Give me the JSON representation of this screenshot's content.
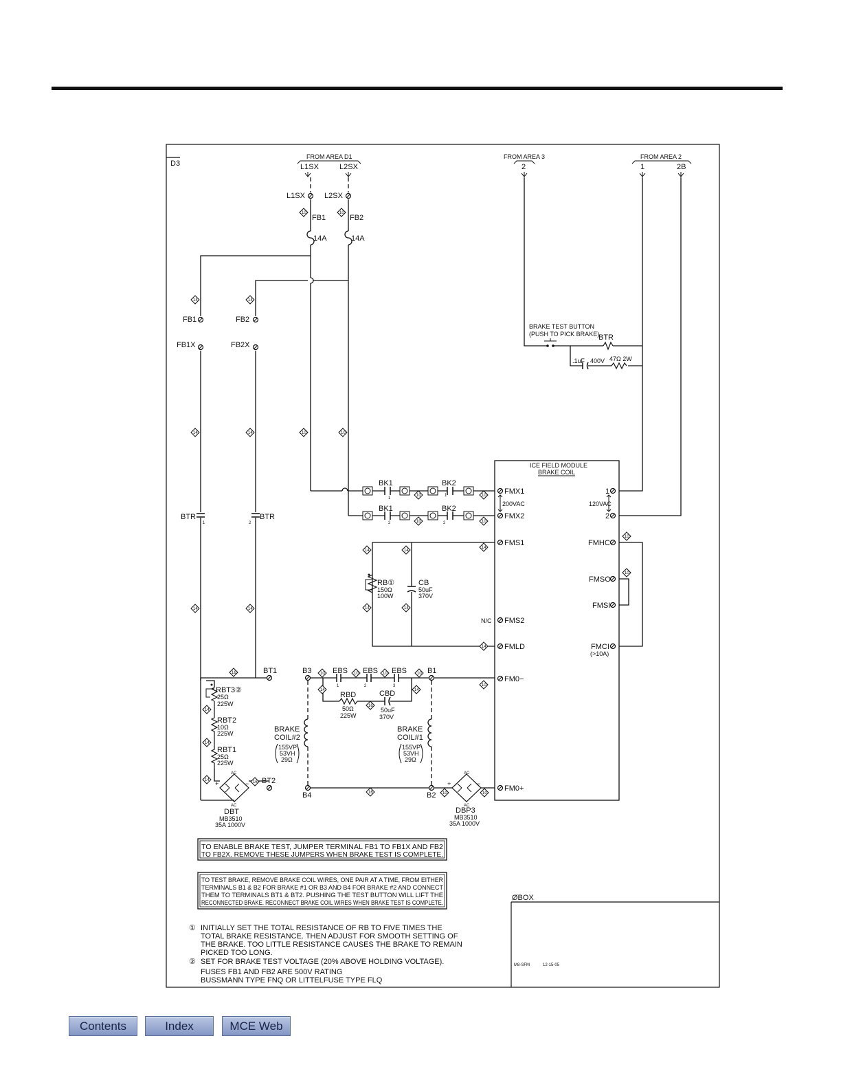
{
  "diagram": {
    "sheet_ref": "D3",
    "sources": {
      "area_d1": {
        "label": "FROM AREA D1",
        "t1": "L1SX",
        "t2": "L2SX"
      },
      "area_3": {
        "label": "FROM AREA 3",
        "t1": "2"
      },
      "area_2": {
        "label": "FROM AREA 2",
        "t1": "1",
        "t2": "2B"
      }
    },
    "fuses": {
      "fb1": "FB1",
      "fb2": "FB2",
      "rating": "14A"
    },
    "terminals": {
      "fb1": "FB1",
      "fb2": "FB2",
      "fb1x": "FB1X",
      "fb2x": "FB2X",
      "bt1": "BT1",
      "bt2": "BT2",
      "b1": "B1",
      "b2": "B2",
      "b3": "B3",
      "b4": "B4"
    },
    "brake_test_button": [
      "BRAKE TEST BUTTON",
      "(PUSH TO PICK BRAKE)"
    ],
    "btr": "BTR",
    "snubber": {
      "cap": ".1uF",
      "cap_v": "400V",
      "res": "47Ω 2W"
    },
    "contacts": {
      "bk1": "BK1",
      "bk2": "BK2",
      "ebs": "EBS",
      "btr": "BTR"
    },
    "module": {
      "title": "ICE FIELD MODULE",
      "subtitle": "BRAKE COIL",
      "fmx1": "FMX1",
      "fmx2": "FMX2",
      "v200": "200VAC",
      "fms1": "FMS1",
      "fms2": "FMS2",
      "nc": "N/C",
      "fmld": "FMLD",
      "fmo_minus": "FM0−",
      "fmo_plus": "FM0+",
      "p1": "1",
      "p2": "2",
      "v120": "120VAC",
      "fmhc": "FMHC",
      "fmso": "FMSO",
      "fmsi": "FMSI",
      "fmci": "FMCI",
      "fmci_note": "(>10A)"
    },
    "rb": {
      "name": "RB①",
      "v1": "150Ω",
      "v2": "100W"
    },
    "cb": {
      "name": "CB",
      "v1": "50uF",
      "v2": "370V"
    },
    "rbt3": {
      "name": "RBT3②",
      "v1": "25Ω",
      "v2": "225W"
    },
    "rbt2": {
      "name": "RBT2",
      "v1": "10Ω",
      "v2": "225W"
    },
    "rbt1": {
      "name": "RBT1",
      "v1": "25Ω",
      "v2": "225W"
    },
    "rbd": {
      "name": "RBD",
      "v1": "50Ω",
      "v2": "225W"
    },
    "cbd": {
      "name": "CBD",
      "v1": "50uF",
      "v2": "370V"
    },
    "coil2": {
      "name": [
        "BRAKE",
        "COIL#2"
      ],
      "spec": [
        "155VP",
        "53VH",
        "29Ω"
      ]
    },
    "coil1": {
      "name": [
        "BRAKE",
        "COIL#1"
      ],
      "spec": [
        "155VP",
        "53VH",
        "29Ω"
      ]
    },
    "dbt": {
      "name": "DBT",
      "part": "MB3510",
      "rating": "35A 1000V"
    },
    "dbp3": {
      "name": "DBP3",
      "part": "MB3510",
      "rating": "35A 1000V"
    },
    "ac": "AC",
    "wire_tags": {
      "w10": "10",
      "w14": "14",
      "w16": "16"
    },
    "contact_numbers": {
      "c1": "1",
      "c2": "2",
      "c3": "3"
    },
    "box1": [
      "TO ENABLE BRAKE TEST, JUMPER TERMINAL FB1 TO FB1X AND FB2",
      "TO FB2X. REMOVE THESE JUMPERS WHEN BRAKE TEST IS COMPLETE."
    ],
    "box2": [
      "TO TEST BRAKE, REMOVE BRAKE COIL WIRES, ONE PAIR AT A TIME, FROM EITHER",
      "TERMINALS B1 & B2 FOR BRAKE #1 OR B3 AND B4 FOR BRAKE #2 AND CONNECT",
      "THEM TO TERMINALS BT1 & BT2. PUSHING THE TEST BUTTON WILL LIFT THE",
      "RECONNECTED BRAKE. RECONNECT BRAKE COIL WIRES WHEN BRAKE TEST IS COMPLETE."
    ],
    "notes": {
      "n1_marker": "①",
      "n1": [
        "INITIALLY SET THE TOTAL RESISTANCE OF RB TO FIVE TIMES THE",
        "TOTAL BRAKE RESISTANCE.  THEN ADJUST FOR SMOOTH SETTING OF",
        "THE BRAKE.  TOO LITTLE RESISTANCE CAUSES THE BRAKE TO REMAIN",
        "PICKED TOO LONG."
      ],
      "n2_marker": "②",
      "n2": "SET FOR BRAKE TEST VOLTAGE (20% ABOVE HOLDING VOLTAGE).",
      "n3": [
        "FUSES FB1 AND FB2 ARE 500V RATING",
        "BUSSMANN TYPE FNQ OR LITTELFUSE TYPE FLQ"
      ]
    },
    "title_block": {
      "box": "ØBOX",
      "drawing": "M8-SFM",
      "date": "12-15-05"
    }
  },
  "nav": {
    "contents": "Contents",
    "index": "Index",
    "web": "MCE Web"
  }
}
